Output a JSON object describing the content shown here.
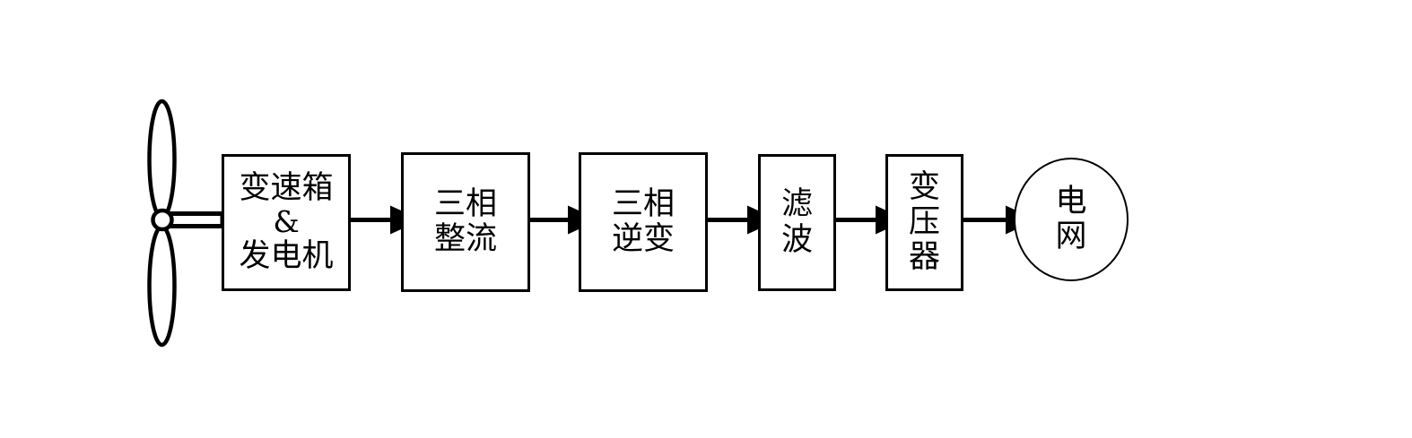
{
  "diagram": {
    "title": "Wind Power Conversion Chain Block Diagram",
    "background_color": "#ffffff",
    "stroke_color": "#000000",
    "nodes": [
      {
        "id": "wind-turbine",
        "type": "turbine",
        "name": "wind-turbine-rotor",
        "label_lines": []
      },
      {
        "id": "gearbox-generator",
        "type": "rect",
        "name": "gearbox-generator-block",
        "label_lines": [
          "变速箱",
          "&",
          "发电机"
        ]
      },
      {
        "id": "three-phase-rectifier",
        "type": "rect",
        "name": "three-phase-rectifier-block",
        "label_lines": [
          "三相",
          "整流"
        ]
      },
      {
        "id": "three-phase-inverter",
        "type": "rect",
        "name": "three-phase-inverter-block",
        "label_lines": [
          "三相",
          "逆变"
        ]
      },
      {
        "id": "filter",
        "type": "rect",
        "name": "filter-block",
        "label_lines": [
          "滤",
          "波"
        ]
      },
      {
        "id": "transformer",
        "type": "rect",
        "name": "transformer-block",
        "label_lines": [
          "变",
          "压",
          "器"
        ]
      },
      {
        "id": "power-grid",
        "type": "circle",
        "name": "power-grid-node",
        "label_lines": [
          "电",
          "网"
        ]
      }
    ],
    "connectors": [
      {
        "id": "shaft",
        "name": "rotor-shaft",
        "from": "wind-turbine",
        "to": "gearbox-generator",
        "style": "shaft"
      },
      {
        "id": "arrow-1",
        "name": "arrow-gearbox-to-rectifier",
        "from": "gearbox-generator",
        "to": "three-phase-rectifier",
        "style": "arrow"
      },
      {
        "id": "arrow-2",
        "name": "arrow-rectifier-to-inverter",
        "from": "three-phase-rectifier",
        "to": "three-phase-inverter",
        "style": "arrow"
      },
      {
        "id": "arrow-3",
        "name": "arrow-inverter-to-filter",
        "from": "three-phase-inverter",
        "to": "filter",
        "style": "arrow"
      },
      {
        "id": "arrow-4",
        "name": "arrow-filter-to-transformer",
        "from": "filter",
        "to": "transformer",
        "style": "arrow"
      },
      {
        "id": "arrow-5",
        "name": "arrow-transformer-to-grid",
        "from": "transformer",
        "to": "power-grid",
        "style": "arrow"
      }
    ]
  }
}
